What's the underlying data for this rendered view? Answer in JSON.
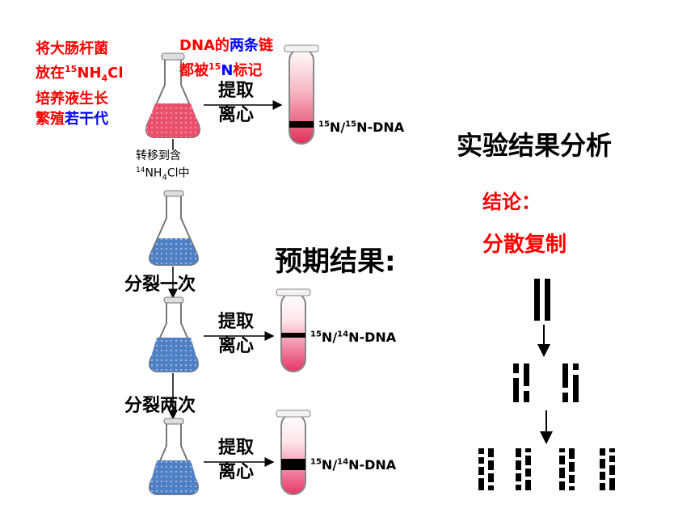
{
  "intro": {
    "line1": "将大肠杆菌",
    "line2_prefix": "放在",
    "line2_sup": "15",
    "line2_chem": "NH",
    "line2_sub": "4",
    "line2_suffix": "Cl",
    "line3": "培养液生长",
    "line4_red": "繁殖",
    "line4_blue": "若干代"
  },
  "dna_label": {
    "part1_red": "DNA的",
    "part1_blue": "两条",
    "part1_red2": "链",
    "part2_red": "都被",
    "part2_sup": "15",
    "part2_blue": "N",
    "part2_red2": "标记"
  },
  "extract_label": {
    "top": "提取",
    "bottom": "离心"
  },
  "bands": {
    "first": {
      "sup1": "15",
      "mid": "N/",
      "sup2": "15",
      "end": "N-DNA"
    },
    "second": {
      "sup1": "15",
      "mid": "N/",
      "sup2": "14",
      "end": "N-DNA"
    },
    "third": {
      "sup1": "15",
      "mid": "N/",
      "sup2": "14",
      "end": "N-DNA"
    }
  },
  "transfer": {
    "line1": "转移到含",
    "sup": "14",
    "chem": "NH",
    "sub": "4",
    "suffix": "Cl中"
  },
  "divisions": {
    "first": "分裂一次",
    "second": "分裂两次"
  },
  "expected_result": "预期结果:",
  "analysis": {
    "title": "实验结果分析",
    "conclusion_label": "结论：",
    "conclusion_value": "分散复制"
  },
  "colors": {
    "label_red": "#ff0000",
    "label_blue": "#0000ff",
    "heavy_medium": "#e8506a",
    "light_medium": "#5a86c8",
    "band": "#000000"
  }
}
